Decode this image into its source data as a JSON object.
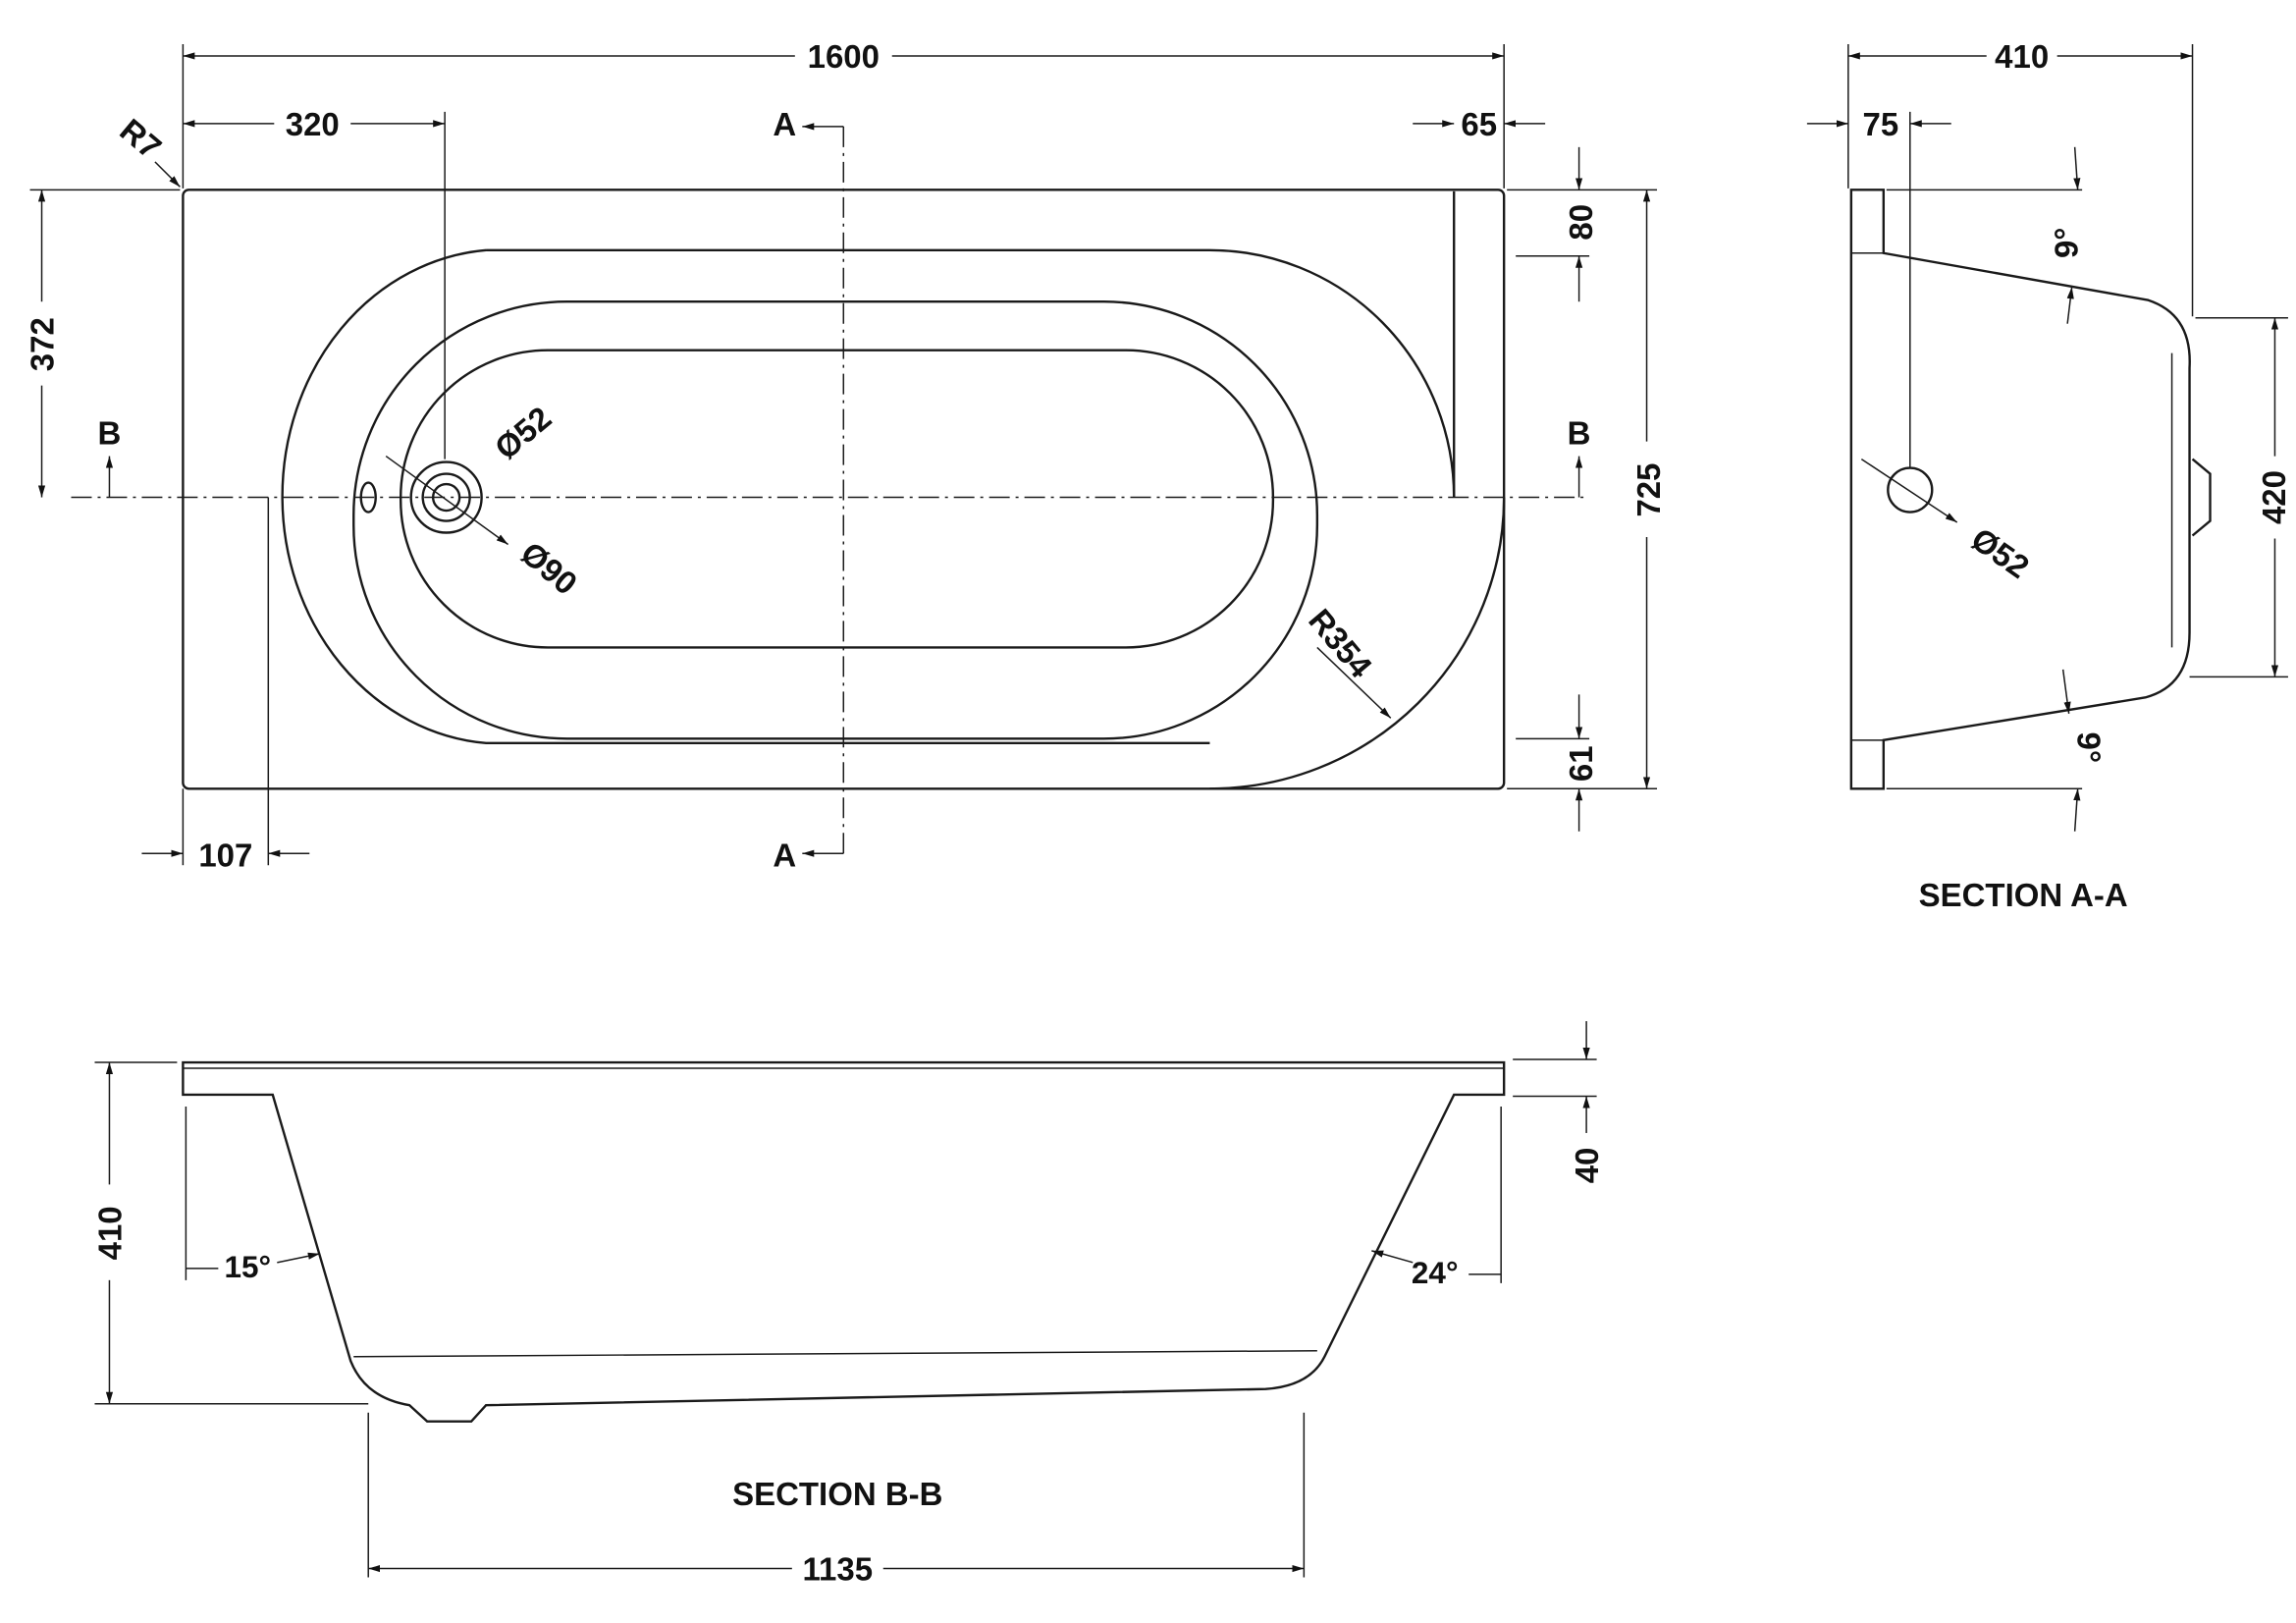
{
  "plan": {
    "overall_length": "1600",
    "waste_offset": "320",
    "rim_right": "65",
    "corner_radius": "R7",
    "section_a_top": "A",
    "section_a_bottom": "A",
    "waste_from_top": "372",
    "section_b_left": "B",
    "section_b_right": "B",
    "rim_top": "80",
    "overall_width": "725",
    "rim_bottom": "61",
    "waste_dia": "Ø52",
    "waste_outer_dia": "Ø90",
    "end_radius": "R354",
    "rim_left": "107"
  },
  "section_aa": {
    "depth": "410",
    "waste_offset": "75",
    "angle_top": "9°",
    "end_height": "420",
    "waste_dia": "Ø52",
    "angle_bottom": "9°",
    "title": "SECTION A-A"
  },
  "section_bb": {
    "rim_height": "40",
    "depth": "410",
    "angle_left": "15°",
    "angle_right": "24°",
    "title": "SECTION B-B",
    "base_length": "1135"
  }
}
